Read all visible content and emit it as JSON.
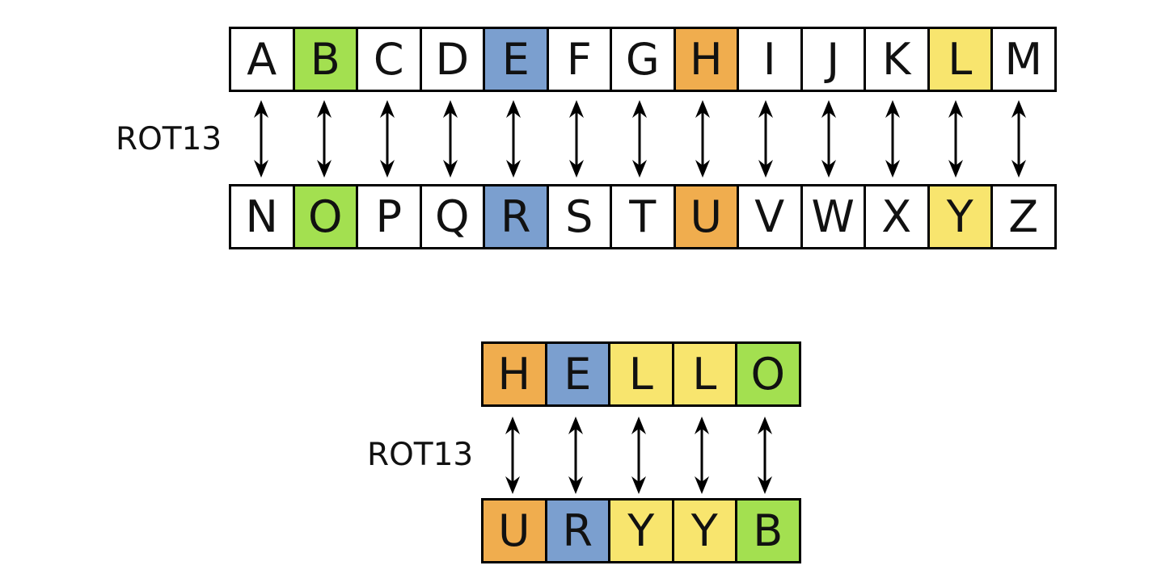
{
  "colors": {
    "white": "#ffffff",
    "green": "#a3e050",
    "blue": "#7b9fcf",
    "orange": "#f0ad4e",
    "yellow": "#f8e56e"
  },
  "alphabet": {
    "label": "ROT13",
    "top": [
      {
        "letter": "A",
        "color": "white"
      },
      {
        "letter": "B",
        "color": "green"
      },
      {
        "letter": "C",
        "color": "white"
      },
      {
        "letter": "D",
        "color": "white"
      },
      {
        "letter": "E",
        "color": "blue"
      },
      {
        "letter": "F",
        "color": "white"
      },
      {
        "letter": "G",
        "color": "white"
      },
      {
        "letter": "H",
        "color": "orange"
      },
      {
        "letter": "I",
        "color": "white"
      },
      {
        "letter": "J",
        "color": "white"
      },
      {
        "letter": "K",
        "color": "white"
      },
      {
        "letter": "L",
        "color": "yellow"
      },
      {
        "letter": "M",
        "color": "white"
      }
    ],
    "bottom": [
      {
        "letter": "N",
        "color": "white"
      },
      {
        "letter": "O",
        "color": "green"
      },
      {
        "letter": "P",
        "color": "white"
      },
      {
        "letter": "Q",
        "color": "white"
      },
      {
        "letter": "R",
        "color": "blue"
      },
      {
        "letter": "S",
        "color": "white"
      },
      {
        "letter": "T",
        "color": "white"
      },
      {
        "letter": "U",
        "color": "orange"
      },
      {
        "letter": "V",
        "color": "white"
      },
      {
        "letter": "W",
        "color": "white"
      },
      {
        "letter": "X",
        "color": "white"
      },
      {
        "letter": "Y",
        "color": "yellow"
      },
      {
        "letter": "Z",
        "color": "white"
      }
    ]
  },
  "example": {
    "label": "ROT13",
    "plain": [
      {
        "letter": "H",
        "color": "orange"
      },
      {
        "letter": "E",
        "color": "blue"
      },
      {
        "letter": "L",
        "color": "yellow"
      },
      {
        "letter": "L",
        "color": "yellow"
      },
      {
        "letter": "O",
        "color": "green"
      }
    ],
    "cipher": [
      {
        "letter": "U",
        "color": "orange"
      },
      {
        "letter": "R",
        "color": "blue"
      },
      {
        "letter": "Y",
        "color": "yellow"
      },
      {
        "letter": "Y",
        "color": "yellow"
      },
      {
        "letter": "B",
        "color": "green"
      }
    ]
  }
}
